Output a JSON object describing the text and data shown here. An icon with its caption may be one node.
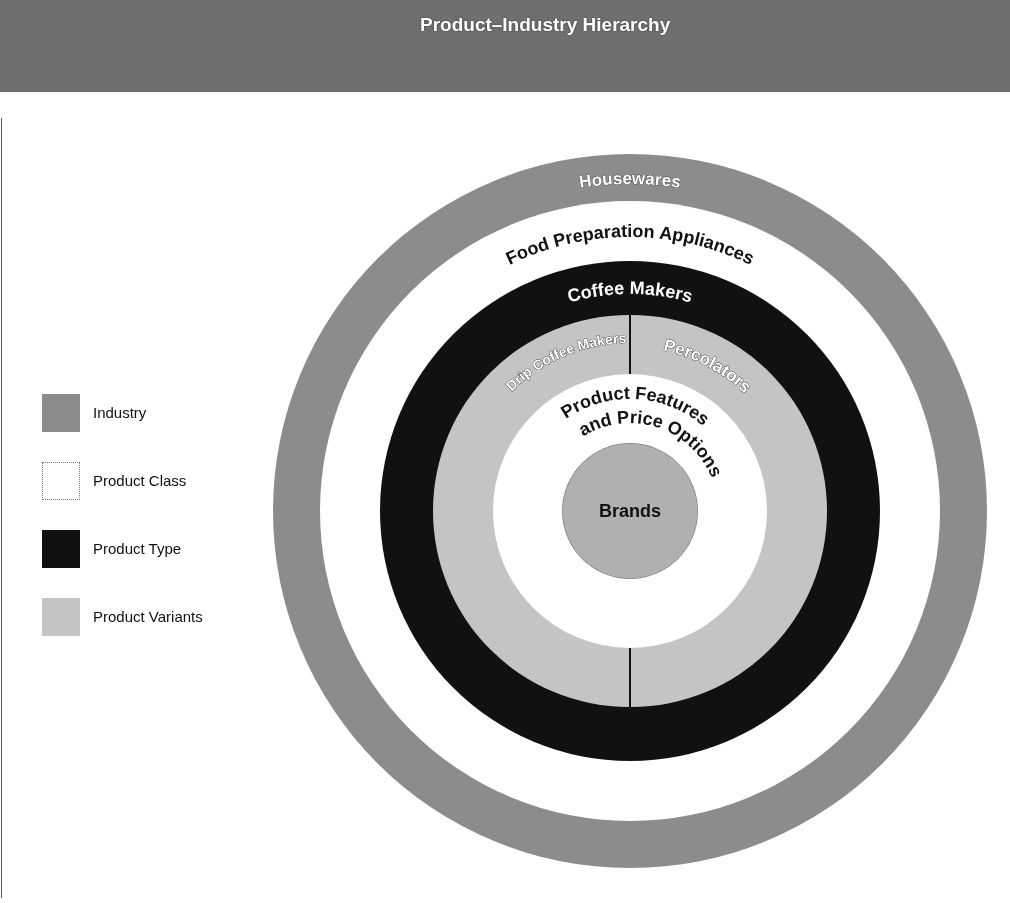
{
  "diagram": {
    "title": "Product–Industry Hierarchy",
    "nodes": [
      {
        "text": [
          "Housewares"
        ]
      },
      {
        "text": [
          "Food Preparation Appliances"
        ],
        "in": 0
      },
      {
        "text": [
          "Coffee Makers"
        ],
        "in": 1
      },
      {
        "text": [
          "Drip Coffee Makers"
        ],
        "in": 2
      },
      {
        "text": [
          "Percolators"
        ],
        "in": 2
      },
      {
        "text": [
          "Product Features and Price Options"
        ],
        "in": 2
      },
      {
        "text": [
          "Brands"
        ],
        "in": 5
      }
    ],
    "legend": [
      {
        "text": "Industry",
        "color": "#8c8c8c"
      },
      {
        "text": "Product Class",
        "color": "#ffffff"
      },
      {
        "text": "Product Type",
        "color": "#111111"
      },
      {
        "text": "Product Variants",
        "color": "#c4c4c4"
      }
    ]
  }
}
